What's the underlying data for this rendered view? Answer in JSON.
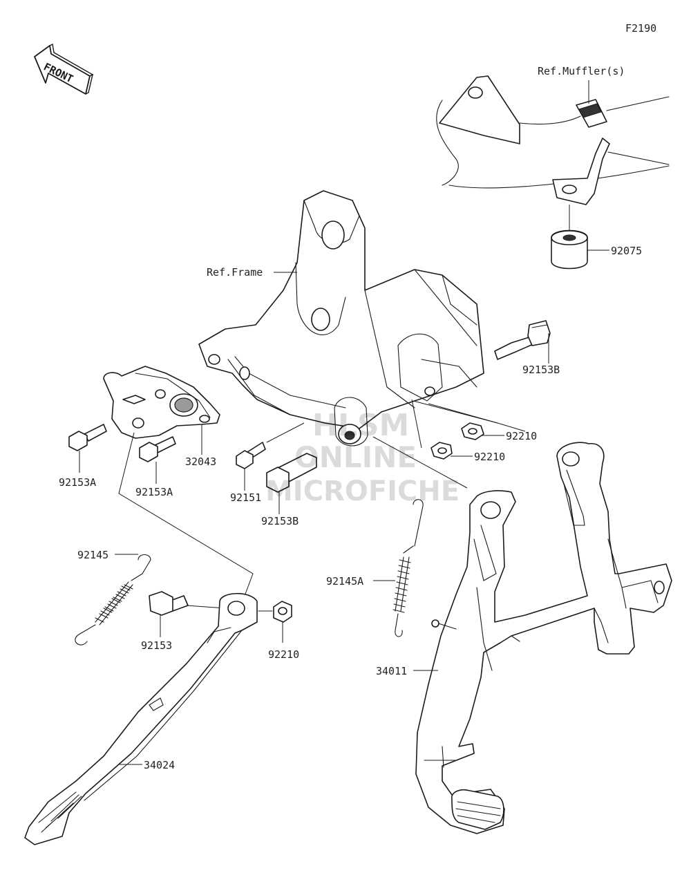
{
  "figure_code": "F2190",
  "front_label": "FRONT",
  "references": {
    "muffler": "Ref.Muffler(s)",
    "frame": "Ref.Frame"
  },
  "parts": {
    "p92075": "92075",
    "p92153B_top": "92153B",
    "p92210_right": "92210",
    "p92210_mid": "92210",
    "p32043": "32043",
    "p92153A_left": "92153A",
    "p92153A_right": "92153A",
    "p92151": "92151",
    "p92153B_low": "92153B",
    "p92145": "92145",
    "p92145A": "92145A",
    "p92153": "92153",
    "p92210_low": "92210",
    "p34011": "34011",
    "p34024": "34024"
  },
  "watermark": {
    "line1": "HLSM",
    "line2": "ONLINE",
    "line3": "MICROFICHE"
  }
}
